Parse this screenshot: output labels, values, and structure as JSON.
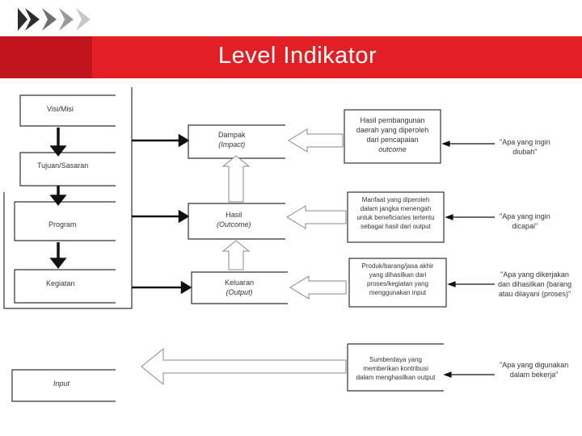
{
  "slide": {
    "title": "Level Indikator"
  },
  "left": {
    "visi_misi": "Visi/Misi",
    "tujuan": "Tujuan/Sasaran",
    "program": "Program",
    "kegiatan": "Kegiatan",
    "input": "Input"
  },
  "middle": {
    "dampak": [
      "Dampak",
      "(Impact)"
    ],
    "hasil": [
      "Hasil",
      "(Outcome)"
    ],
    "keluaran": [
      "Keluaran",
      "(Output)"
    ]
  },
  "definitions": {
    "dampak": [
      "Hasil pembangunan",
      "daerah yang diperoleh",
      "dari pencapaian",
      "outcome"
    ],
    "hasil": [
      "Manfaat yang diperoleh",
      "dalam jangka menengah",
      "untuk beneficiaries tertentu",
      "sebagai hasil dari output"
    ],
    "keluaran": [
      "Produk/barang/jasa akhir",
      "yang dihasilkan dari",
      "proses/kegiatan yang",
      "menggunakan input"
    ],
    "input": [
      "Sumberdaya yang",
      "memberikan kontribusi",
      "dalam menghasilkan output"
    ]
  },
  "questions": {
    "dampak": [
      "\"Apa yang ingin",
      "diubah\""
    ],
    "hasil": [
      "\"Apa yang ingin",
      "dicapai\""
    ],
    "keluaran": [
      "\"Apa yang dikerjakan",
      "dan dihasilkan (barang",
      "atau dilayani (proses)\""
    ],
    "input": [
      "\"Apa yang digunakan",
      "dalam bekerja\""
    ]
  }
}
